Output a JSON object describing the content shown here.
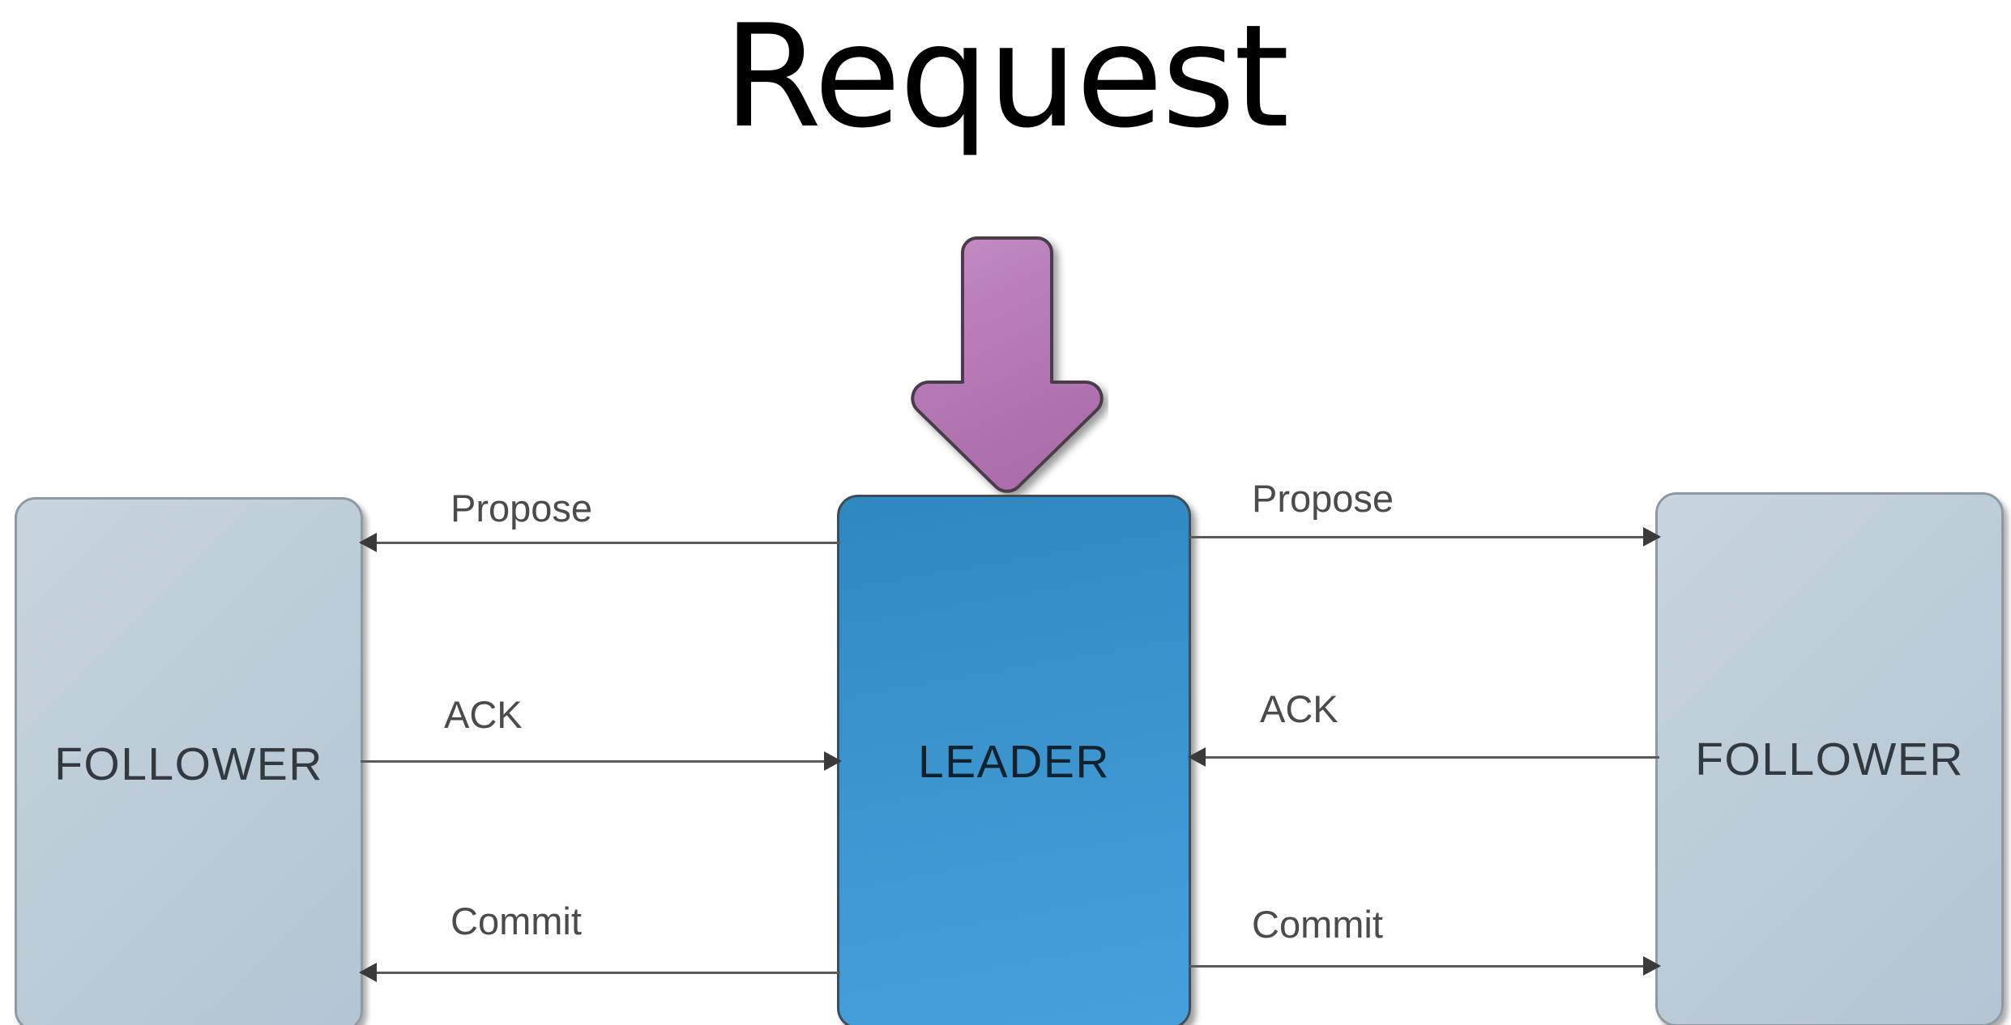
{
  "diagram": {
    "title": "Request",
    "type": "zab-protocol-message-flow",
    "nodes": [
      {
        "id": "follower-left",
        "label": "FOLLOWER",
        "role": "follower",
        "color": "#bccdd8"
      },
      {
        "id": "leader",
        "label": "LEADER",
        "role": "leader",
        "color": "#3b93cd"
      },
      {
        "id": "follower-right",
        "label": "FOLLOWER",
        "role": "follower",
        "color": "#bccdd8"
      }
    ],
    "request_arrow": {
      "name": "request-down-arrow",
      "color": "#b87cb8",
      "direction": "down",
      "target": "leader"
    },
    "messages_left": [
      {
        "label": "Propose",
        "direction": "left",
        "from": "leader",
        "to": "follower-left"
      },
      {
        "label": "ACK",
        "direction": "right",
        "from": "follower-left",
        "to": "leader"
      },
      {
        "label": "Commit",
        "direction": "left",
        "from": "leader",
        "to": "follower-left"
      }
    ],
    "messages_right": [
      {
        "label": "Propose",
        "direction": "right",
        "from": "leader",
        "to": "follower-right"
      },
      {
        "label": "ACK",
        "direction": "left",
        "from": "follower-right",
        "to": "leader"
      },
      {
        "label": "Commit",
        "direction": "right",
        "from": "leader",
        "to": "follower-right"
      }
    ],
    "colors": {
      "background": "#ffffff",
      "leader_fill": "#3b93cd",
      "follower_fill": "#bccdd8",
      "request_arrow_fill": "#b87cb8",
      "connector_stroke": "#5a5a5a",
      "label_text": "#4b4b4b",
      "title_text": "#000000"
    }
  }
}
